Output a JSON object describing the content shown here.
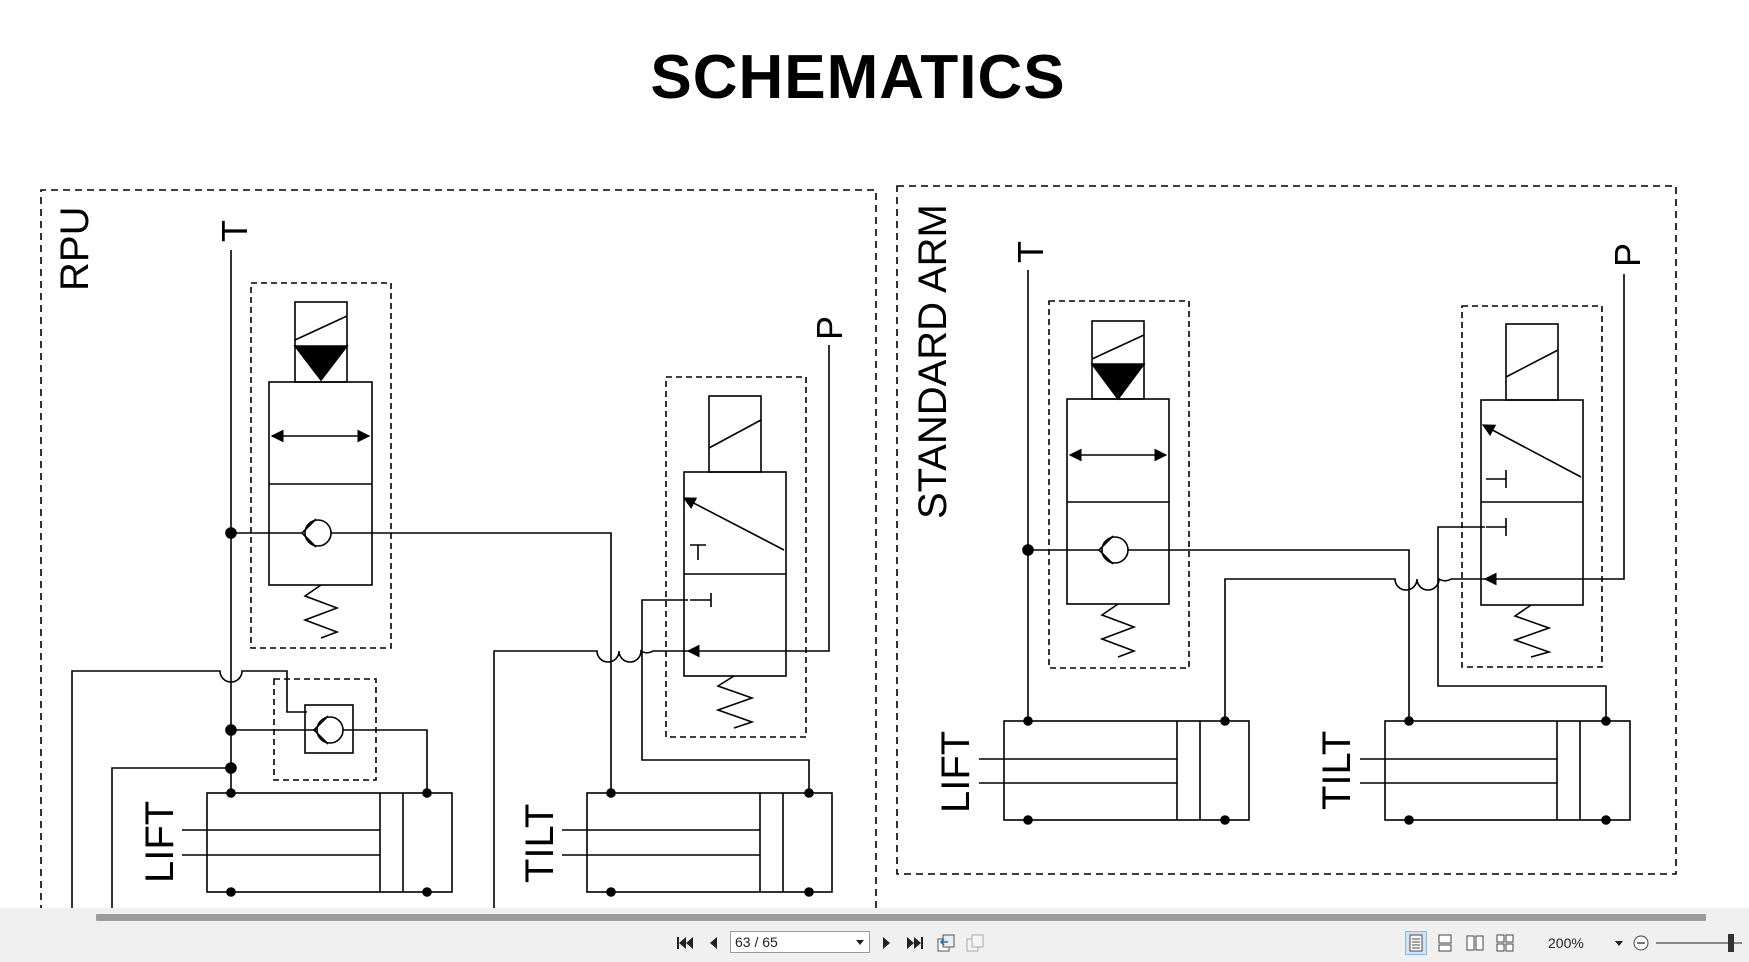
{
  "document": {
    "title": "SCHEMATICS",
    "left_panel": {
      "label": "RPU",
      "tank_label": "T",
      "pressure_label": "P",
      "lift_label": "LIFT",
      "tilt_label": "TILT"
    },
    "right_panel": {
      "label": "STANDARD ARM",
      "tank_label": "T",
      "pressure_label": "P",
      "lift_label": "LIFT",
      "tilt_label": "TILT"
    }
  },
  "toolbar": {
    "page_value": "63 / 65",
    "zoom_value": "200%",
    "icons": {
      "first_page": "first-page-icon",
      "prev_page": "prev-page-icon",
      "next_page": "next-page-icon",
      "last_page": "last-page-icon",
      "previous_view": "previous-view-icon",
      "next_view": "next-view-icon",
      "single_page": "single-page-view-icon",
      "continuous": "continuous-view-icon",
      "facing": "facing-view-icon",
      "continuous_facing": "continuous-facing-view-icon",
      "zoom_out": "zoom-out-icon"
    },
    "colors": {
      "background": "#f0f0f0",
      "scrollbar": "#9c9c9c",
      "active_view": "#cfe3f7"
    }
  }
}
